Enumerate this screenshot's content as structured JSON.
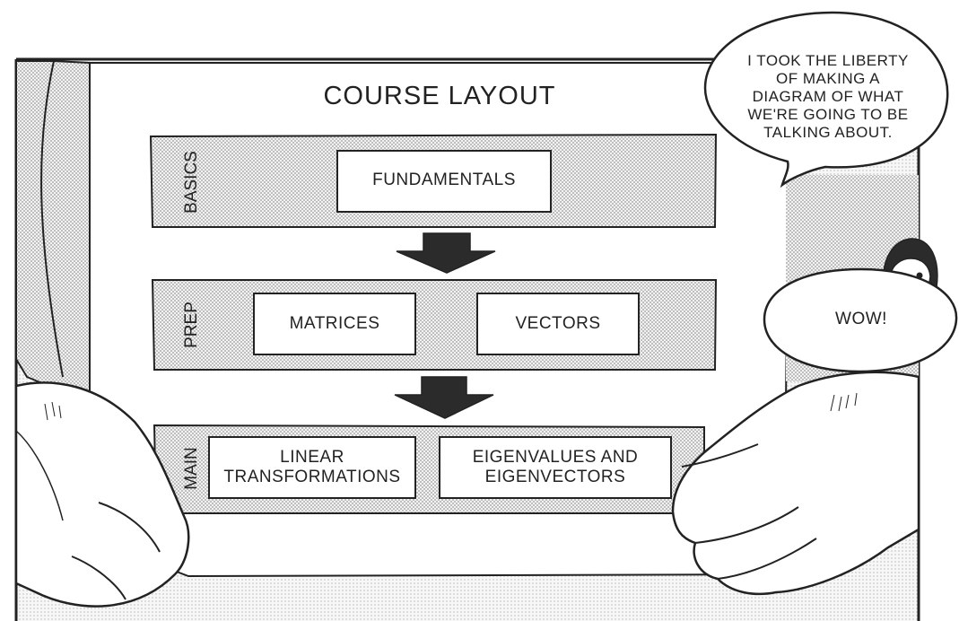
{
  "diagram": {
    "title": "COURSE LAYOUT",
    "sections": [
      {
        "label": "BASICS",
        "items": [
          "FUNDAMENTALS"
        ]
      },
      {
        "label": "PREP",
        "items": [
          "MATRICES",
          "VECTORS"
        ]
      },
      {
        "label": "MAIN",
        "items": [
          "LINEAR TRANSFORMATIONS",
          "EIGENVALUES AND EIGENVECTORS"
        ]
      }
    ]
  },
  "speech": {
    "bubble1": [
      "I TOOK THE LIBERTY",
      "OF MAKING A",
      "DIAGRAM OF WHAT",
      "WE'RE GOING TO BE",
      "TALKING ABOUT."
    ],
    "bubble2": "WOW!"
  },
  "colors": {
    "ink": "#222222",
    "screentone": "#d9d9d9",
    "paper": "#ffffff"
  }
}
